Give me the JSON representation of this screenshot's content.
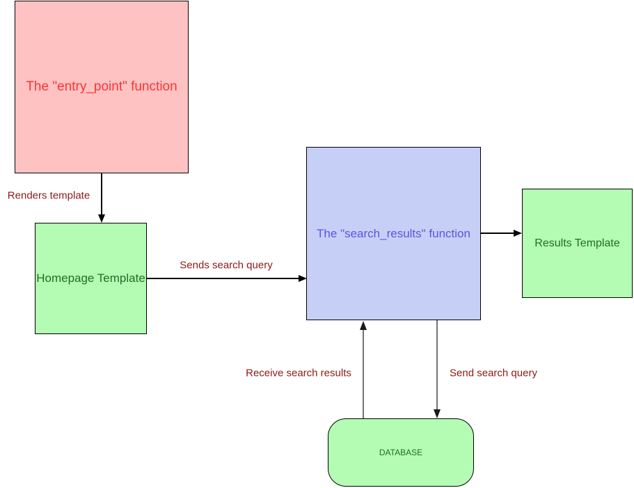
{
  "diagram": {
    "background_color": "#ffffff",
    "edge_label_color": "#8b1a1a",
    "nodes": [
      {
        "id": "entry_point",
        "label": "The \"entry_point\" function",
        "shape": "rectangle",
        "fill": "#ffc2c2",
        "stroke": "#000000",
        "text_color": "#fb3434"
      },
      {
        "id": "homepage_template",
        "label": "Homepage Template",
        "shape": "rectangle",
        "fill": "#b4fcb4",
        "stroke": "#000000",
        "text_color": "#1e701e"
      },
      {
        "id": "search_results",
        "label": "The \"search_results\" function",
        "shape": "rectangle",
        "fill": "#c6d0f7",
        "stroke": "#000000",
        "text_color": "#5955e0"
      },
      {
        "id": "results_template",
        "label": "Results Template",
        "shape": "rectangle",
        "fill": "#b4fcb4",
        "stroke": "#000000",
        "text_color": "#1e701e"
      },
      {
        "id": "database",
        "label": "DATABASE",
        "shape": "rounded-rectangle",
        "fill": "#b4fcb4",
        "stroke": "#000000",
        "text_color": "#1e701e"
      }
    ],
    "edges": [
      {
        "id": "renders_template",
        "label": "Renders template",
        "from": "entry_point",
        "to": "homepage_template",
        "direction": "down"
      },
      {
        "id": "sends_search_query",
        "label": "Sends search query",
        "from": "homepage_template",
        "to": "search_results",
        "direction": "right"
      },
      {
        "id": "to_results_template",
        "label": "",
        "from": "search_results",
        "to": "results_template",
        "direction": "right"
      },
      {
        "id": "receive_search_results",
        "label": "Receive search results",
        "from": "database",
        "to": "search_results",
        "direction": "up"
      },
      {
        "id": "send_search_query",
        "label": "Send search query",
        "from": "search_results",
        "to": "database",
        "direction": "down"
      }
    ]
  }
}
